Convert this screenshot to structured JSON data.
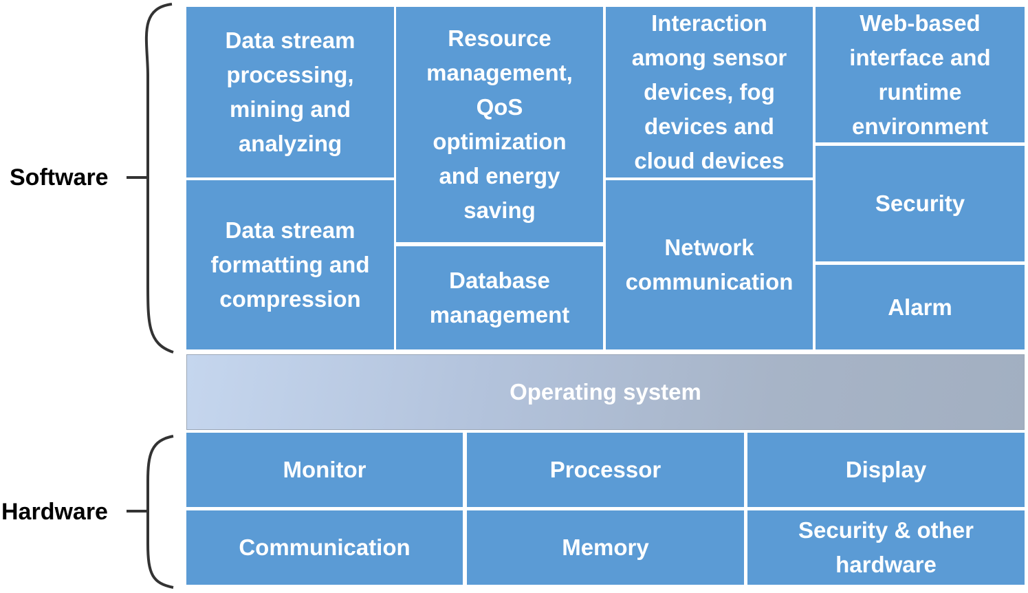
{
  "labels": {
    "software": "Software",
    "hardware": "Hardware"
  },
  "software_blocks": {
    "data_stream_processing": "Data stream\nprocessing,\nmining and\nanalyzing",
    "resource_management": "Resource\nmanagement,\nQoS\noptimization\nand energy\nsaving",
    "interaction": "Interaction\namong sensor\ndevices, fog\ndevices and\ncloud devices",
    "web_interface": "Web-based\ninterface and\nruntime\nenvironment",
    "data_stream_formatting": "Data stream\nformatting and\ncompression",
    "database_management": "Database\nmanagement",
    "network_communication": "Network\ncommunication",
    "security": "Security",
    "alarm": "Alarm"
  },
  "operating_system": "Operating system",
  "hardware_blocks": {
    "monitor": "Monitor",
    "processor": "Processor",
    "display": "Display",
    "communication": "Communication",
    "memory": "Memory",
    "security_other": "Security & other\nhardware"
  },
  "colors": {
    "block": "#5b9bd5",
    "os_gradient_start": "#c5d6ee",
    "os_gradient_end": "#a2afc1",
    "text": "#ffffff"
  }
}
